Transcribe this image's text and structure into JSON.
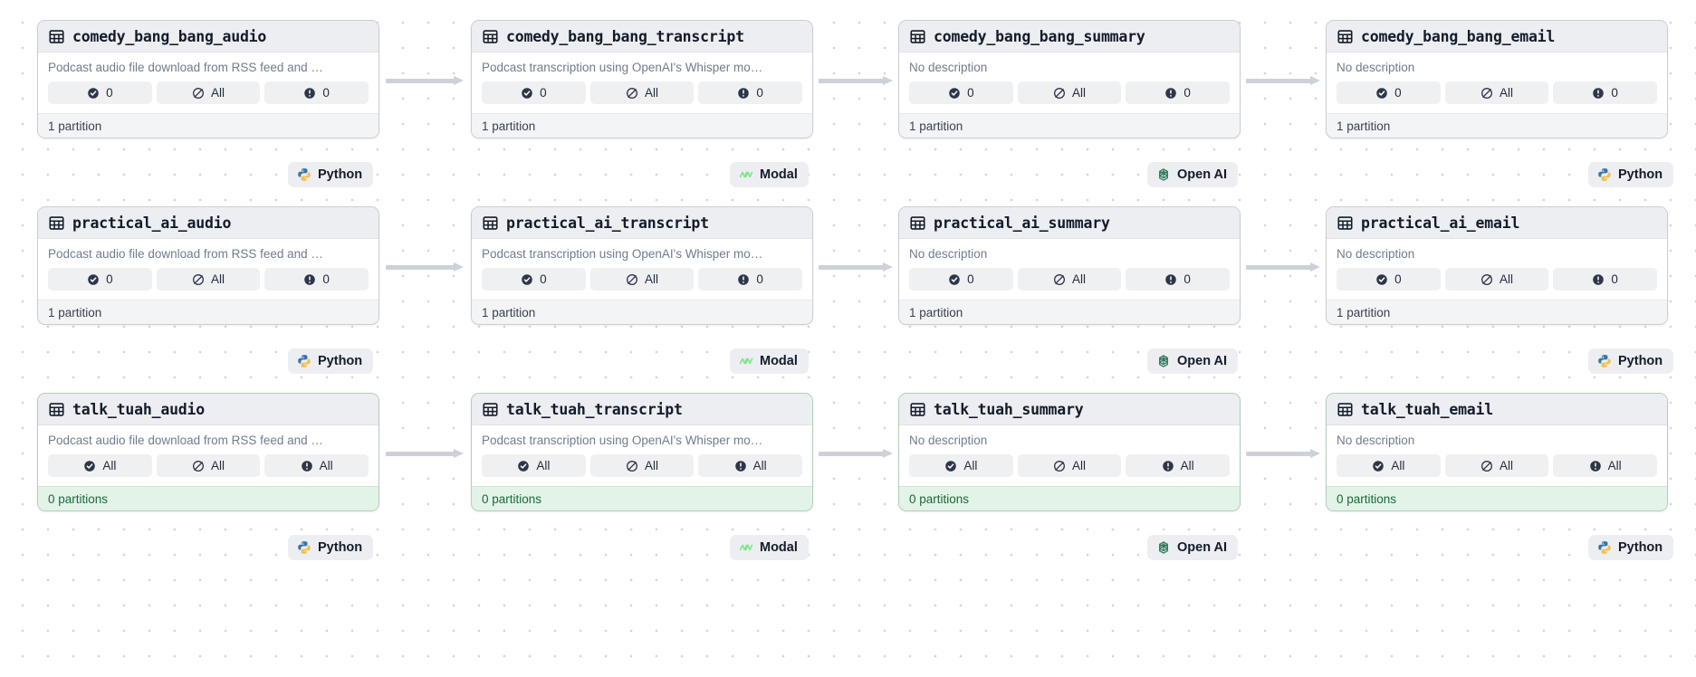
{
  "graph": {
    "columns": [
      "audio",
      "transcript",
      "summary",
      "email"
    ],
    "descriptions": {
      "audio": "Podcast audio file download from RSS feed and …",
      "transcript": "Podcast transcription using OpenAI's Whisper mo…",
      "none": "No description"
    },
    "kind_labels": {
      "python": "Python",
      "modal": "Modal",
      "openai": "Open AI"
    },
    "icon_names": {
      "table": "table-icon",
      "check": "check-circle-icon",
      "blocked": "no-entry-circle-icon",
      "alert": "alert-circle-icon",
      "python": "python-logo-icon",
      "modal": "modal-logo-icon",
      "openai": "openai-logo-icon"
    },
    "colors": {
      "card_header_bg": "#eceef1",
      "card_border": "#c9ced6",
      "footer_bg": "#f3f4f6",
      "fresh_footer_bg": "#e3f3e8",
      "fresh_footer_text": "#176b37",
      "chip_bg": "#eff0f2",
      "arrow": "#ccd1da",
      "dot_grid": "#d3d7de",
      "python_blue": "#3b74a9",
      "python_yellow": "#f2c14e",
      "modal_green": "#7ee787",
      "openai_green": "#2f7a5c",
      "title_text": "#141b2b",
      "desc_text": "#707c8f"
    },
    "rows": [
      {
        "id": "comedy_bang_bang",
        "nodes": [
          {
            "title": "comedy_bang_bang_audio",
            "description": "Podcast audio file download from RSS feed and …",
            "chips": [
              {
                "icon": "check",
                "value": "0"
              },
              {
                "icon": "blocked",
                "value": "All"
              },
              {
                "icon": "alert",
                "value": "0"
              }
            ],
            "footer": "1 partition",
            "fresh": false,
            "kind": "python",
            "kind_label": "Python"
          },
          {
            "title": "comedy_bang_bang_transcript",
            "description": "Podcast transcription using OpenAI's Whisper mo…",
            "chips": [
              {
                "icon": "check",
                "value": "0"
              },
              {
                "icon": "blocked",
                "value": "All"
              },
              {
                "icon": "alert",
                "value": "0"
              }
            ],
            "footer": "1 partition",
            "fresh": false,
            "kind": "modal",
            "kind_label": "Modal"
          },
          {
            "title": "comedy_bang_bang_summary",
            "description": "No description",
            "chips": [
              {
                "icon": "check",
                "value": "0"
              },
              {
                "icon": "blocked",
                "value": "All"
              },
              {
                "icon": "alert",
                "value": "0"
              }
            ],
            "footer": "1 partition",
            "fresh": false,
            "kind": "openai",
            "kind_label": "Open AI"
          },
          {
            "title": "comedy_bang_bang_email",
            "description": "No description",
            "chips": [
              {
                "icon": "check",
                "value": "0"
              },
              {
                "icon": "blocked",
                "value": "All"
              },
              {
                "icon": "alert",
                "value": "0"
              }
            ],
            "footer": "1 partition",
            "fresh": false,
            "kind": "python",
            "kind_label": "Python"
          }
        ]
      },
      {
        "id": "practical_ai",
        "nodes": [
          {
            "title": "practical_ai_audio",
            "description": "Podcast audio file download from RSS feed and …",
            "chips": [
              {
                "icon": "check",
                "value": "0"
              },
              {
                "icon": "blocked",
                "value": "All"
              },
              {
                "icon": "alert",
                "value": "0"
              }
            ],
            "footer": "1 partition",
            "fresh": false,
            "kind": "python",
            "kind_label": "Python"
          },
          {
            "title": "practical_ai_transcript",
            "description": "Podcast transcription using OpenAI's Whisper mo…",
            "chips": [
              {
                "icon": "check",
                "value": "0"
              },
              {
                "icon": "blocked",
                "value": "All"
              },
              {
                "icon": "alert",
                "value": "0"
              }
            ],
            "footer": "1 partition",
            "fresh": false,
            "kind": "modal",
            "kind_label": "Modal"
          },
          {
            "title": "practical_ai_summary",
            "description": "No description",
            "chips": [
              {
                "icon": "check",
                "value": "0"
              },
              {
                "icon": "blocked",
                "value": "All"
              },
              {
                "icon": "alert",
                "value": "0"
              }
            ],
            "footer": "1 partition",
            "fresh": false,
            "kind": "openai",
            "kind_label": "Open AI"
          },
          {
            "title": "practical_ai_email",
            "description": "No description",
            "chips": [
              {
                "icon": "check",
                "value": "0"
              },
              {
                "icon": "blocked",
                "value": "All"
              },
              {
                "icon": "alert",
                "value": "0"
              }
            ],
            "footer": "1 partition",
            "fresh": false,
            "kind": "python",
            "kind_label": "Python"
          }
        ]
      },
      {
        "id": "talk_tuah",
        "nodes": [
          {
            "title": "talk_tuah_audio",
            "description": "Podcast audio file download from RSS feed and …",
            "chips": [
              {
                "icon": "check",
                "value": "All"
              },
              {
                "icon": "blocked",
                "value": "All"
              },
              {
                "icon": "alert",
                "value": "All"
              }
            ],
            "footer": "0 partitions",
            "fresh": true,
            "kind": "python",
            "kind_label": "Python"
          },
          {
            "title": "talk_tuah_transcript",
            "description": "Podcast transcription using OpenAI's Whisper mo…",
            "chips": [
              {
                "icon": "check",
                "value": "All"
              },
              {
                "icon": "blocked",
                "value": "All"
              },
              {
                "icon": "alert",
                "value": "All"
              }
            ],
            "footer": "0 partitions",
            "fresh": true,
            "kind": "modal",
            "kind_label": "Modal"
          },
          {
            "title": "talk_tuah_summary",
            "description": "No description",
            "chips": [
              {
                "icon": "check",
                "value": "All"
              },
              {
                "icon": "blocked",
                "value": "All"
              },
              {
                "icon": "alert",
                "value": "All"
              }
            ],
            "footer": "0 partitions",
            "fresh": true,
            "kind": "openai",
            "kind_label": "Open AI"
          },
          {
            "title": "talk_tuah_email",
            "description": "No description",
            "chips": [
              {
                "icon": "check",
                "value": "All"
              },
              {
                "icon": "blocked",
                "value": "All"
              },
              {
                "icon": "alert",
                "value": "All"
              }
            ],
            "footer": "0 partitions",
            "fresh": true,
            "kind": "python",
            "kind_label": "Python"
          }
        ]
      }
    ]
  }
}
